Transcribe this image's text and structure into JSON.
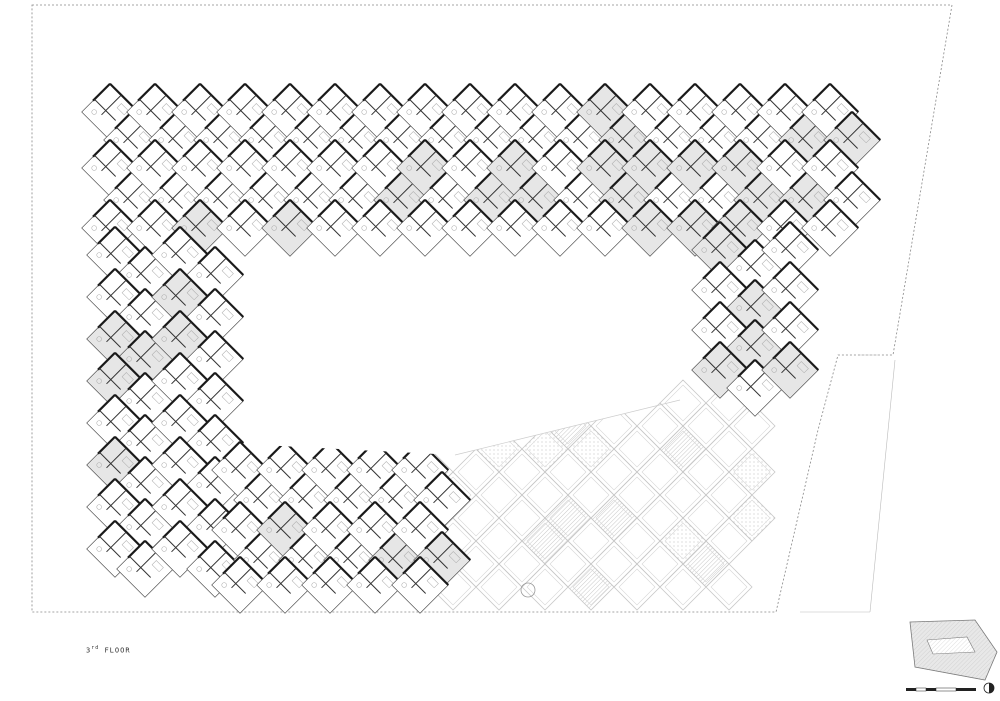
{
  "drawing": {
    "floor_label_number": "3",
    "floor_label_superscript": "rd",
    "floor_label_text": " FLOOR",
    "line_color": "#1a1a1a",
    "grey_color": "#e3e3e3",
    "hatch_color": "#bdbdbd"
  },
  "icons": [
    "site-boundary-icon",
    "courtyard-icon",
    "key-plan-icon",
    "north-arrow-icon",
    "scale-bar-icon"
  ]
}
